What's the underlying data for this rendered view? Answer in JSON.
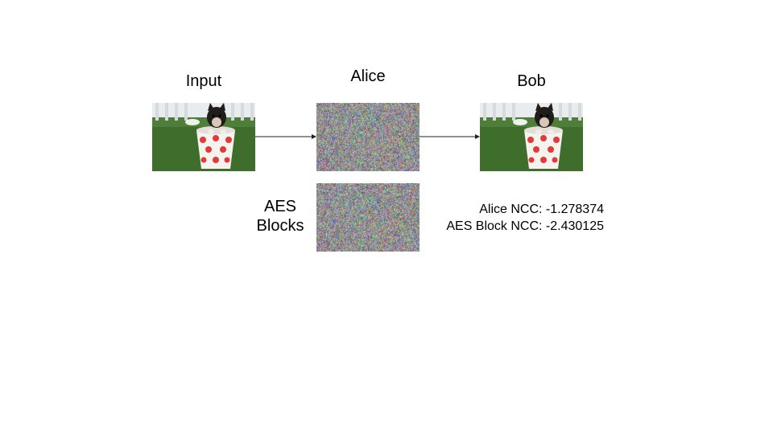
{
  "labels": {
    "input": "Input",
    "alice": "Alice",
    "bob": "Bob",
    "aes_line1": "AES",
    "aes_line2": "Blocks"
  },
  "stats": {
    "alice_ncc": "Alice NCC: -1.278374",
    "aes_block_ncc": "AES Block NCC: -2.430125"
  },
  "images": {
    "input": "puppy-in-polka-dot-cup",
    "alice": "random-noise",
    "bob": "puppy-in-polka-dot-cup",
    "aes_blocks": "random-noise"
  }
}
